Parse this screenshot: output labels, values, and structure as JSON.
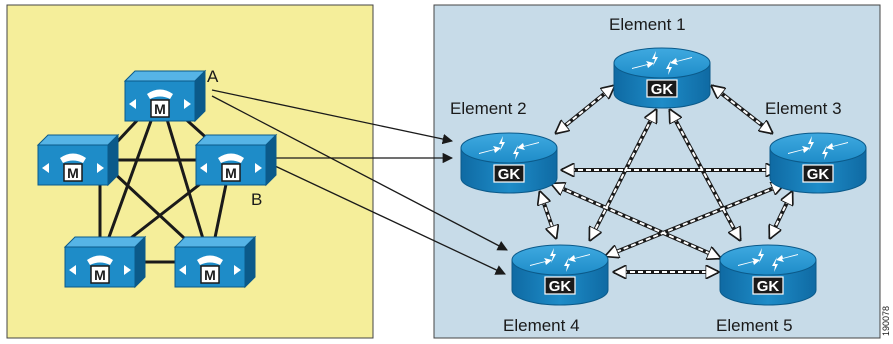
{
  "left_panel": {
    "background": "#f5ee9a",
    "clusters": [
      {
        "id": "A",
        "label": "A",
        "badge": "M"
      },
      {
        "id": "B",
        "label": "B",
        "badge": "M"
      },
      {
        "id": "L",
        "label": "",
        "badge": "M"
      },
      {
        "id": "BL",
        "label": "",
        "badge": "M"
      },
      {
        "id": "BR",
        "label": "",
        "badge": "M"
      }
    ]
  },
  "right_panel": {
    "background": "#c7dbe8",
    "elements": [
      {
        "id": "e1",
        "label": "Element 1",
        "badge": "GK"
      },
      {
        "id": "e2",
        "label": "Element 2",
        "badge": "GK"
      },
      {
        "id": "e3",
        "label": "Element 3",
        "badge": "GK"
      },
      {
        "id": "e4",
        "label": "Element 4",
        "badge": "GK"
      },
      {
        "id": "e5",
        "label": "Element 5",
        "badge": "GK"
      }
    ]
  },
  "figure_id": "190078",
  "colors": {
    "device_blue": "#1e8cc8",
    "device_dark": "#0b5a8a",
    "line": "#1a1a1a"
  }
}
